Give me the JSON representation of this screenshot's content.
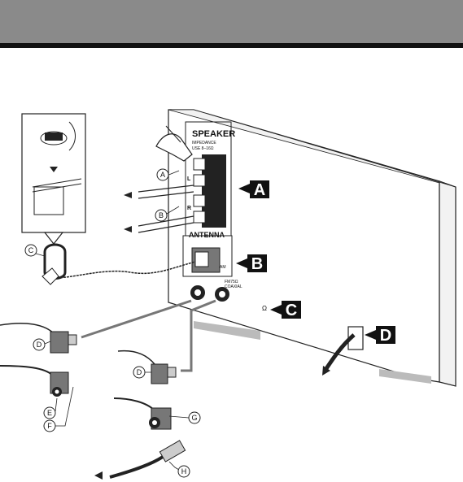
{
  "panel": {
    "speaker_title": "SPEAKER",
    "speaker_sub_1": "IMPEDANCE",
    "speaker_sub_2": "USE 8–16Ω",
    "l_label": "L",
    "r_label": "R",
    "antenna_title": "ANTENNA",
    "am_label": "AM",
    "fm_label_1": "FM75Ω",
    "fm_label_2": "COAXIAL",
    "ohm_label": "Ω"
  },
  "callouts": {
    "a": "A",
    "b": "B",
    "c": "C",
    "d": "D"
  },
  "circle_labels": {
    "a": "A",
    "b": "B",
    "c": "C",
    "d1": "D",
    "d2": "D",
    "e": "E",
    "f": "F",
    "g": "G",
    "h": "H"
  },
  "colors": {
    "header": "#8a8a8a",
    "rule": "#111111",
    "callout_bg": "#111111",
    "line": "#222222"
  }
}
